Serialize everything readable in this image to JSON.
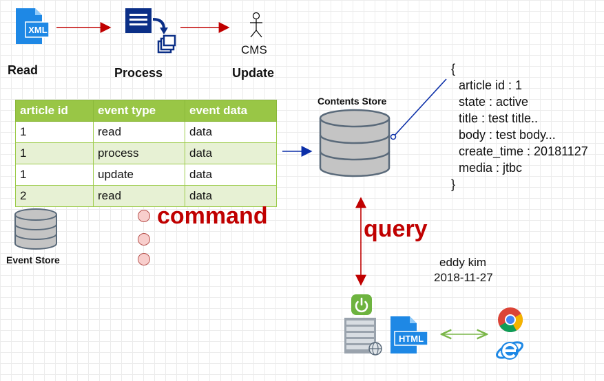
{
  "top_flow": {
    "read_label": "Read",
    "process_label": "Process",
    "update_label": "Update",
    "cms_label": "CMS",
    "xml_icon_text": "XML"
  },
  "event_table": {
    "headers": [
      "article id",
      "event type",
      "event data"
    ],
    "rows": [
      [
        "1",
        "read",
        "data"
      ],
      [
        "1",
        "process",
        "data"
      ],
      [
        "1",
        "update",
        "data"
      ],
      [
        "2",
        "read",
        "data"
      ]
    ]
  },
  "event_store_label": "Event Store",
  "contents_store_label": "Contents Store",
  "command_label": "command",
  "query_label": "query",
  "author": {
    "name": "eddy kim",
    "date": "2018-11-27"
  },
  "html_icon_text": "HTML",
  "json_record": {
    "open_brace": "{",
    "lines": [
      "article id : 1",
      "state : active",
      "title : test title..",
      "body : test body...",
      "create_time : 20181127",
      "media : jtbc"
    ],
    "close_brace": "}"
  },
  "colors": {
    "blue_icon": "#1e88e5",
    "navy_icon": "#0b2f87",
    "red_arrow": "#c00000",
    "command_red": "#c00000",
    "table_header": "#99c646",
    "green_arrow": "#7ab648",
    "db_fill": "#c4c4c4"
  }
}
